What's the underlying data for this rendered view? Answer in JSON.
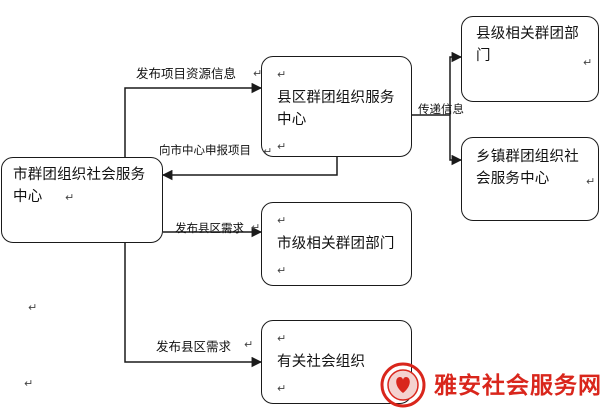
{
  "boxes": {
    "county": "县区群团组织服务中心",
    "city": "市群团组织社会服务中心",
    "county_depts": "县级相关群团部门",
    "town": "乡镇群团组织社会服务中心",
    "city_depts": "市级相关群团部门",
    "social_orgs": "有关社会组织"
  },
  "labels": {
    "publish_project": "发布项目资源信息",
    "report_project": "向市中心申报项目",
    "transmit": "传递信息",
    "publish_demand_1": "发布县区需求",
    "publish_demand_2": "发布县区需求"
  },
  "paragraph_mark": "↵",
  "watermark": {
    "text": "雅安社会服务网",
    "color": "#d9261c"
  }
}
